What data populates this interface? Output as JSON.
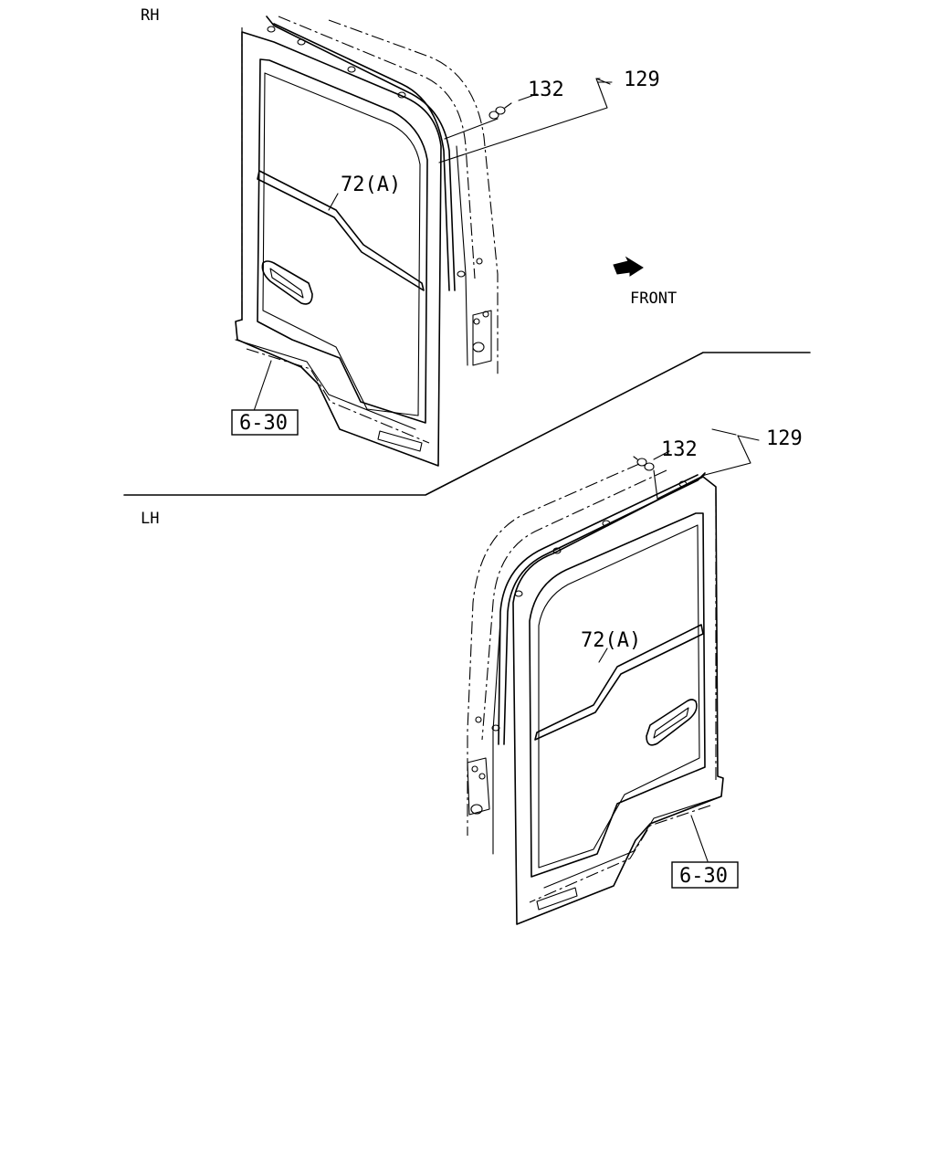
{
  "sections": {
    "rh": "RH",
    "lh": "LH"
  },
  "direction": {
    "label": "FRONT",
    "icon": "front-arrow-icon"
  },
  "callouts": {
    "rh_clip": "132",
    "rh_assembly": "129",
    "rh_molding": "72(A)",
    "rh_ref": "6-30",
    "lh_clip": "132",
    "lh_assembly": "129",
    "lh_molding": "72(A)",
    "lh_ref": "6-30"
  }
}
